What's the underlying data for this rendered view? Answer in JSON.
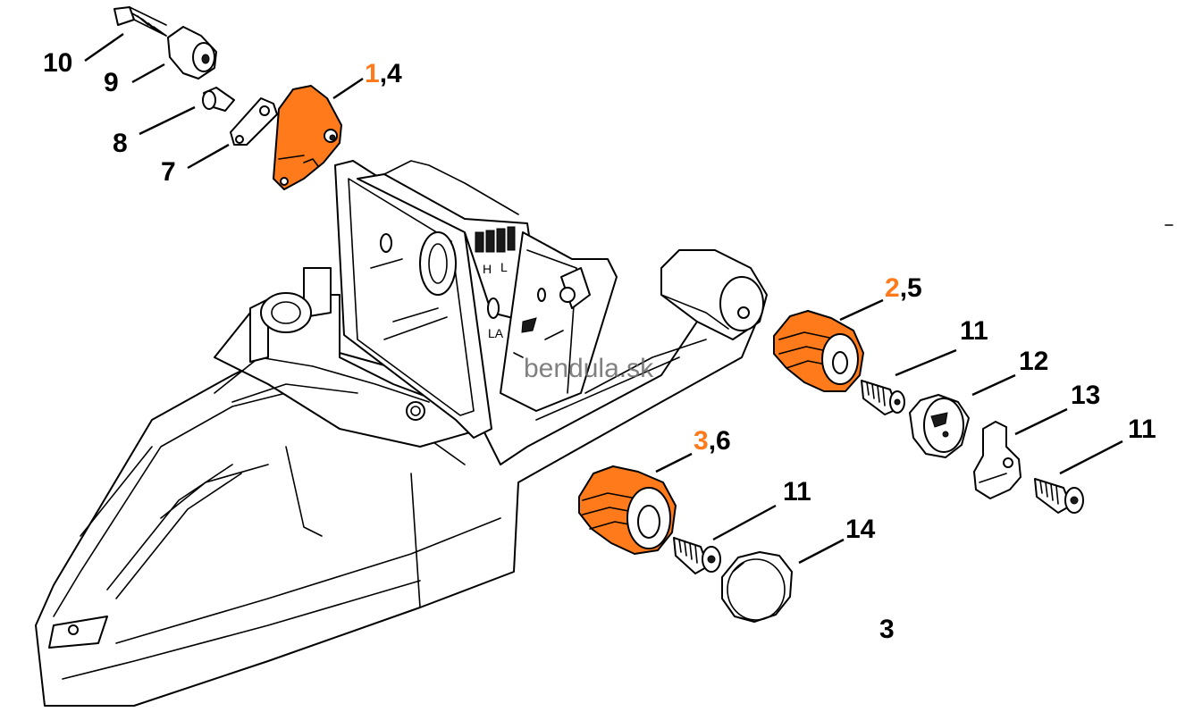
{
  "diagram": {
    "callouts": [
      {
        "id": "c10",
        "main": "10",
        "hl": "",
        "rest": ""
      },
      {
        "id": "c9",
        "main": "9",
        "hl": "",
        "rest": ""
      },
      {
        "id": "c8",
        "main": "8",
        "hl": "",
        "rest": ""
      },
      {
        "id": "c7",
        "main": "7",
        "hl": "",
        "rest": ""
      },
      {
        "id": "c1-4",
        "main": "",
        "hl": "1",
        "rest": ",4"
      },
      {
        "id": "c2-5",
        "main": "",
        "hl": "2",
        "rest": ",5"
      },
      {
        "id": "c11a",
        "main": "11",
        "hl": "",
        "rest": ""
      },
      {
        "id": "c12",
        "main": "12",
        "hl": "",
        "rest": ""
      },
      {
        "id": "c13",
        "main": "13",
        "hl": "",
        "rest": ""
      },
      {
        "id": "c11b",
        "main": "11",
        "hl": "",
        "rest": ""
      },
      {
        "id": "c3-6",
        "main": "",
        "hl": "3",
        "rest": ",6"
      },
      {
        "id": "c11c",
        "main": "11",
        "hl": "",
        "rest": ""
      },
      {
        "id": "c14",
        "main": "14",
        "hl": "",
        "rest": ""
      },
      {
        "id": "c3",
        "main": "3",
        "hl": "",
        "rest": ""
      }
    ],
    "housing_marks": {
      "h": "H",
      "l": "L",
      "la": "LA"
    },
    "watermark": "bendula.sk",
    "colors": {
      "highlight": "#ff7a1a",
      "ink": "#000000",
      "background": "#ffffff"
    }
  }
}
